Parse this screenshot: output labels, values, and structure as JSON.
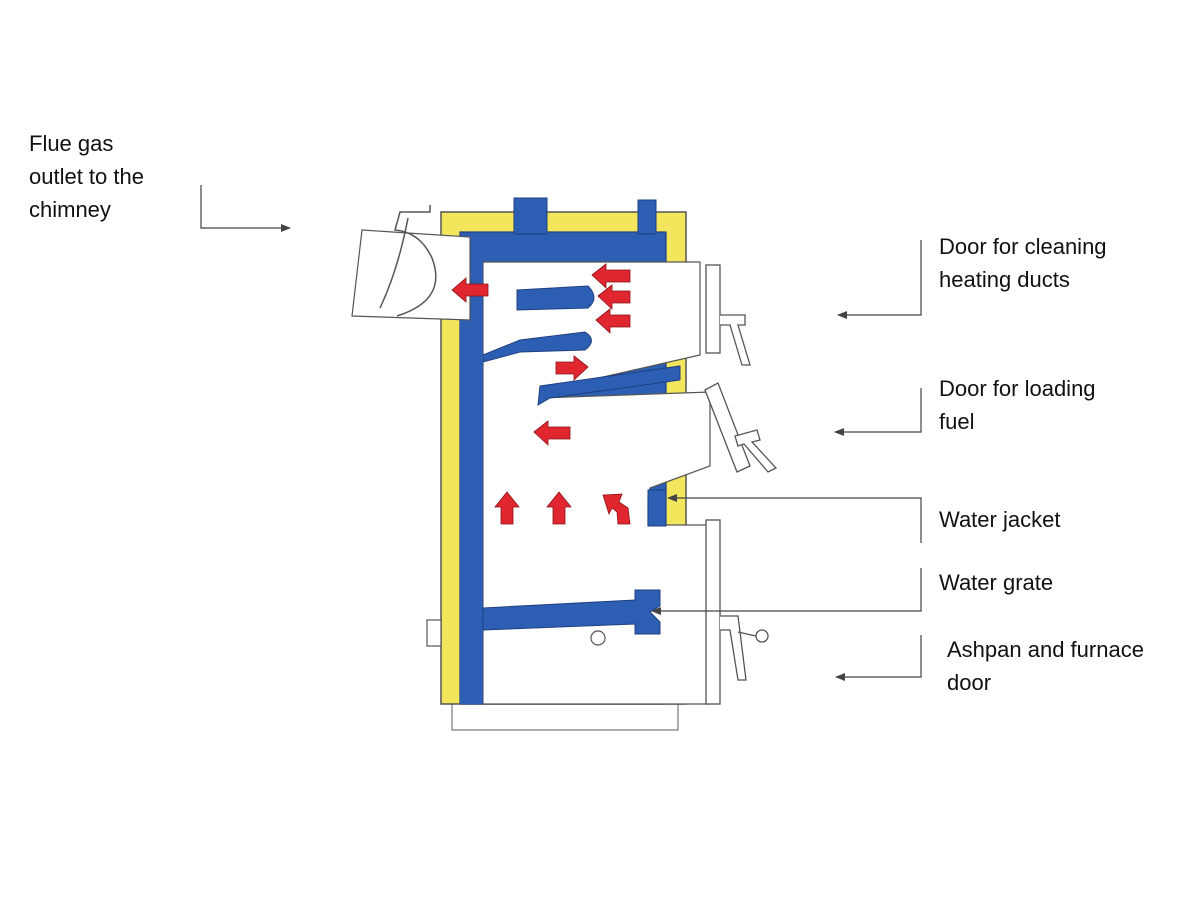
{
  "labels": {
    "flue_gas": [
      "Flue gas",
      "outlet to the",
      "chimney"
    ],
    "cleaning_door": [
      "Door for cleaning",
      "heating ducts"
    ],
    "loading_door": [
      "Door for loading",
      "fuel"
    ],
    "water_jacket": "Water jacket",
    "water_grate": "Water grate",
    "ashpan_door": [
      "Ashpan and furnace",
      "door"
    ]
  },
  "colors": {
    "water": "#2c5fb3",
    "insulation": "#f3e65d",
    "flame_arrow": "#e0262e",
    "outline": "#555555",
    "leader": "#444444"
  },
  "icons": {
    "flow_arrow": "red-arrow-icon"
  }
}
